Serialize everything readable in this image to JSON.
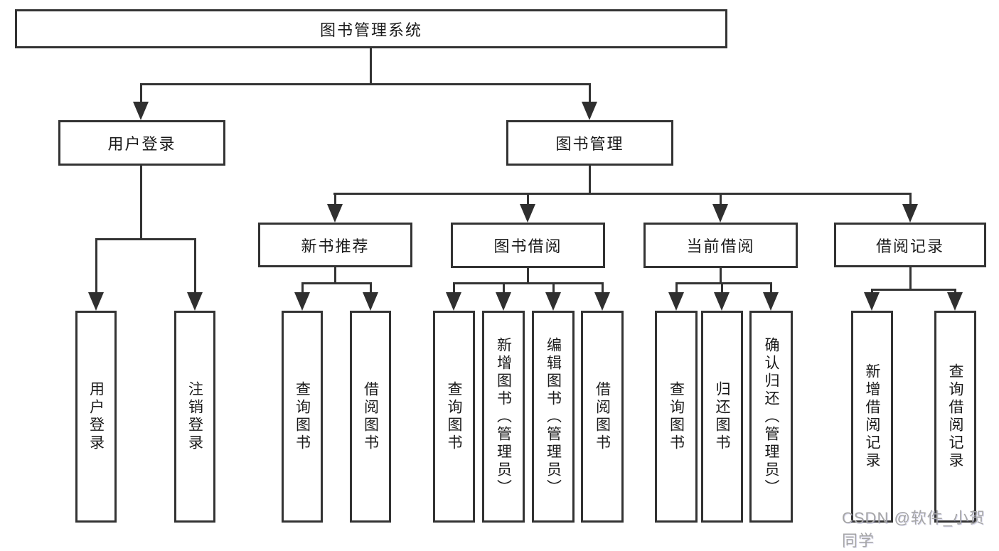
{
  "diagram": {
    "root": "图书管理系统",
    "level2": [
      {
        "label": "用户登录"
      },
      {
        "label": "图书管理"
      }
    ],
    "level3": [
      {
        "label": "新书推荐"
      },
      {
        "label": "图书借阅"
      },
      {
        "label": "当前借阅"
      },
      {
        "label": "借阅记录"
      }
    ],
    "leaves": {
      "login": [
        "用户登录",
        "注销登录"
      ],
      "recommend": [
        "查询图书",
        "借阅图书"
      ],
      "borrow": [
        "查询图书",
        "新增图书（管理员）",
        "编辑图书（管理员）",
        "借阅图书"
      ],
      "current": [
        "查询图书",
        "归还图书",
        "确认归还（管理员）"
      ],
      "records": [
        "新增借阅记录",
        "查询借阅记录"
      ]
    }
  },
  "watermark": "CSDN @软件_小贺同学",
  "colors": {
    "box_border": "#333333",
    "text": "#1a1a1a",
    "watermark": "#a6a6a6",
    "background": "#ffffff"
  }
}
